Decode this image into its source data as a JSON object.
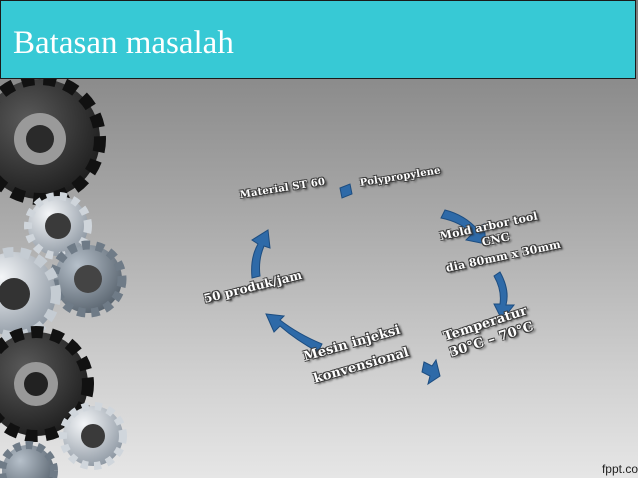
{
  "slide": {
    "title": "Batasan masalah",
    "colors": {
      "title_bar": "#37c9d5",
      "arrow": "#2e6aa8"
    }
  },
  "cycle": {
    "items": [
      {
        "id": "material",
        "text": "Material ST 60"
      },
      {
        "id": "plastic",
        "text": "Polypropylene"
      },
      {
        "id": "mold-line1",
        "text": "Mold arbor tool"
      },
      {
        "id": "mold-line2",
        "text": "CNC"
      },
      {
        "id": "mold-line3",
        "text": "dia 80mm x 30mm"
      },
      {
        "id": "temp-line1",
        "text": "Temperatur"
      },
      {
        "id": "temp-line2",
        "text": "30°C – 70°C"
      },
      {
        "id": "machine-line1",
        "text": "Mesin injeksi"
      },
      {
        "id": "machine-line2",
        "text": "konvensional"
      },
      {
        "id": "output",
        "text": "50 produk/jam"
      }
    ]
  },
  "watermark": "fppt.co"
}
